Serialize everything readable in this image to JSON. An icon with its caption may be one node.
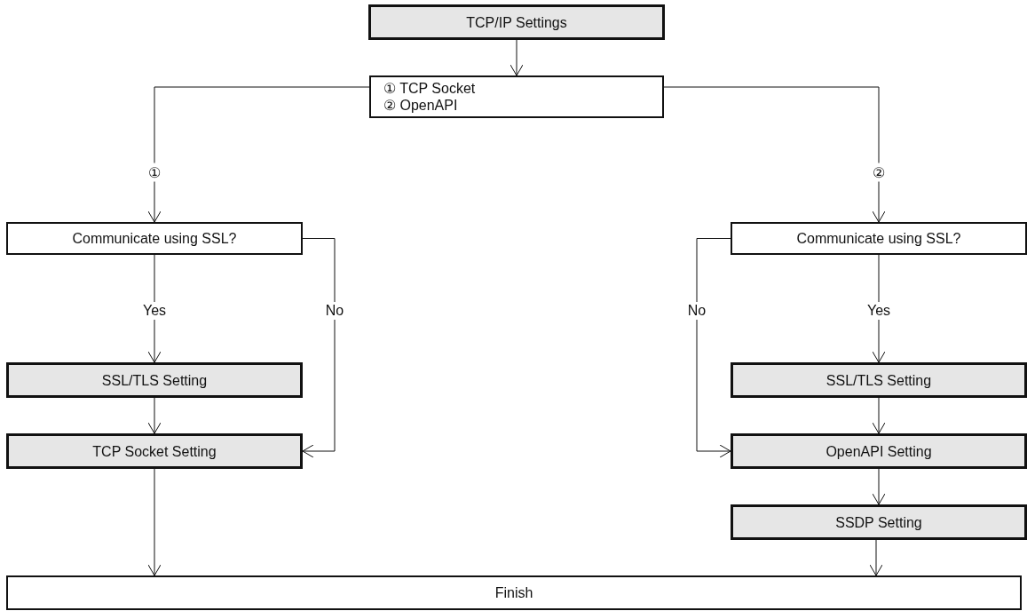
{
  "diagram": {
    "nodes": [
      {
        "text": [
          "TCP/IP Settings"
        ]
      },
      {
        "text": [
          "① TCP Socket",
          "② OpenAPI"
        ]
      },
      {
        "text": [
          "Communicate using SSL?"
        ]
      },
      {
        "text": [
          "SSL/TLS Setting"
        ]
      },
      {
        "text": [
          "TCP Socket Setting"
        ]
      },
      {
        "text": [
          "Communicate using SSL?"
        ]
      },
      {
        "text": [
          "SSL/TLS Setting"
        ]
      },
      {
        "text": [
          "OpenAPI Setting"
        ]
      },
      {
        "text": [
          "SSDP Setting"
        ]
      },
      {
        "text": [
          "Finish"
        ]
      }
    ],
    "edges": [
      {
        "from": 0,
        "to": 1,
        "arrow": "to"
      },
      {
        "from": 1,
        "to": 2,
        "arrow": "to",
        "label": "①"
      },
      {
        "from": 1,
        "to": 5,
        "arrow": "to",
        "label": "②"
      },
      {
        "from": 2,
        "to": 3,
        "arrow": "to",
        "label": "Yes"
      },
      {
        "from": 2,
        "to": 4,
        "arrow": "to",
        "label": "No"
      },
      {
        "from": 3,
        "to": 4,
        "arrow": "to"
      },
      {
        "from": 5,
        "to": 6,
        "arrow": "to",
        "label": "Yes"
      },
      {
        "from": 5,
        "to": 7,
        "arrow": "to",
        "label": "No"
      },
      {
        "from": 6,
        "to": 7,
        "arrow": "to"
      },
      {
        "from": 7,
        "to": 8,
        "arrow": "to"
      },
      {
        "from": 4,
        "to": 9,
        "arrow": "to"
      },
      {
        "from": 8,
        "to": 9,
        "arrow": "to"
      }
    ]
  }
}
